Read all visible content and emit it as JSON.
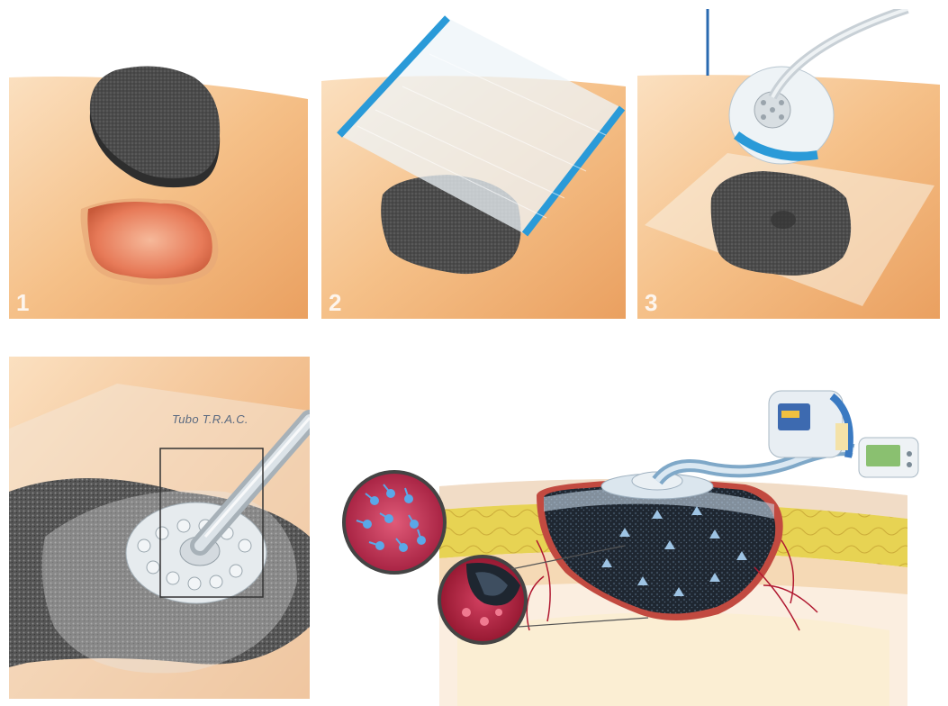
{
  "steps": [
    {
      "number": "1"
    },
    {
      "number": "2"
    },
    {
      "number": "3"
    }
  ],
  "detail": {
    "tube_label": "Tubo T.R.A.C."
  },
  "colors": {
    "skin": "#f6c38a",
    "skin_dark": "#e8a060",
    "foam": "#4a4a4a",
    "wound": "#ea8a6a",
    "drape_edge": "#2a9ad8",
    "blood": "#b01830",
    "fat": "#e9d44a"
  }
}
